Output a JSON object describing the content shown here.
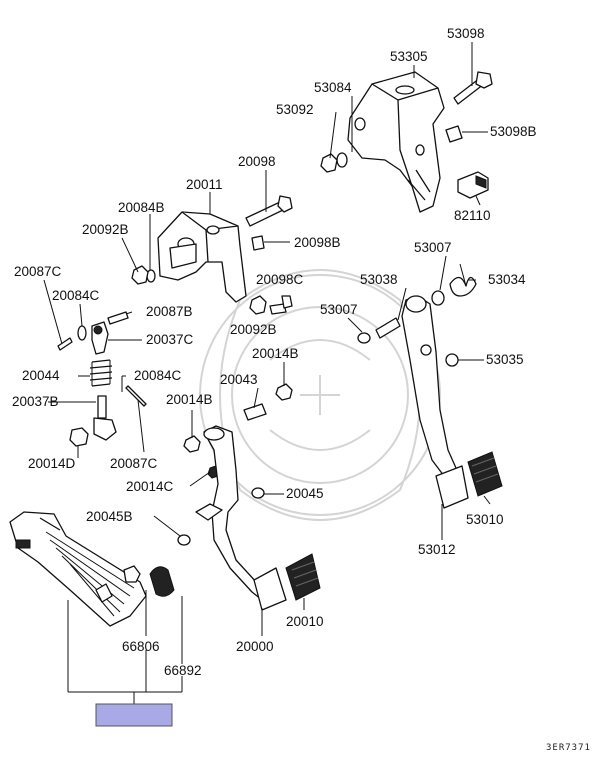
{
  "labels": {
    "53098": "53098",
    "53305": "53305",
    "53084": "53084",
    "53092": "53092",
    "53098B": "53098B",
    "82110": "82110",
    "20098": "20098",
    "20011": "20011",
    "20084B": "20084B",
    "20092B_top": "20092B",
    "20098B": "20098B",
    "20087C_top": "20087C",
    "20098C": "20098C",
    "20084C_top": "20084C",
    "20092B_mid": "20092B",
    "20087B": "20087B",
    "20037C": "20037C",
    "53007_top": "53007",
    "53038": "53038",
    "53034": "53034",
    "53007_mid": "53007",
    "53035": "53035",
    "20014B_top": "20014B",
    "20044": "20044",
    "20084C_mid": "20084C",
    "20043": "20043",
    "20037B": "20037B",
    "20014B_mid": "20014B",
    "20014D": "20014D",
    "20087C_bottom": "20087C",
    "20014C": "20014C",
    "20045": "20045",
    "20045B": "20045B",
    "53010": "53010",
    "53012": "53012",
    "66806": "66806",
    "20010": "20010",
    "20000": "20000",
    "66892": "66892"
  },
  "diagram_code": "3ER7371",
  "highlight_color": "#a9a9e6"
}
